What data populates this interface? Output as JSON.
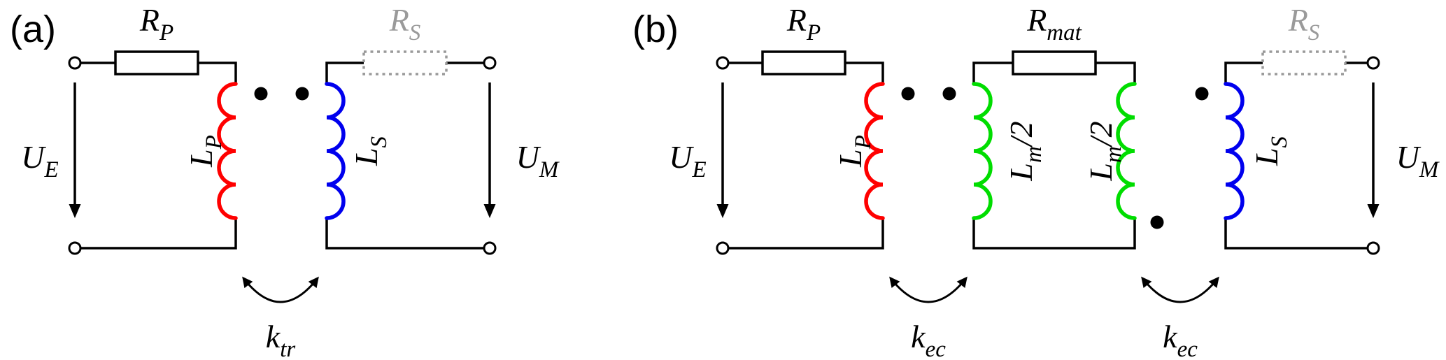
{
  "panel_a": {
    "tag": "(a)",
    "r_p": {
      "base": "R",
      "sub": "P"
    },
    "r_s": {
      "base": "R",
      "sub": "S"
    },
    "l_p": {
      "base": "L",
      "sub": "P"
    },
    "l_s": {
      "base": "L",
      "sub": "S"
    },
    "u_e": {
      "base": "U",
      "sub": "E"
    },
    "u_m": {
      "base": "U",
      "sub": "M"
    },
    "k_tr": {
      "base": "k",
      "sub": "tr"
    }
  },
  "panel_b": {
    "tag": "(b)",
    "r_p": {
      "base": "R",
      "sub": "P"
    },
    "r_mat": {
      "base": "R",
      "sub": "mat"
    },
    "r_s": {
      "base": "R",
      "sub": "S"
    },
    "l_p": {
      "base": "L",
      "sub": "P"
    },
    "l_m_left": {
      "base": "L",
      "sub": "m",
      "suffix": "/2"
    },
    "l_m_right": {
      "base": "L",
      "sub": "m",
      "suffix": "/2"
    },
    "l_s": {
      "base": "L",
      "sub": "S"
    },
    "u_e": {
      "base": "U",
      "sub": "E"
    },
    "u_m": {
      "base": "U",
      "sub": "M"
    },
    "k_ec_left": {
      "base": "k",
      "sub": "ec"
    },
    "k_ec_right": {
      "base": "k",
      "sub": "ec"
    }
  },
  "colors": {
    "primary_coil": "#ff0000",
    "secondary_coil": "#0000ee",
    "matching_coil": "#00dd00",
    "dashed_resistor": "#9a9a9a",
    "wire": "#000000"
  }
}
